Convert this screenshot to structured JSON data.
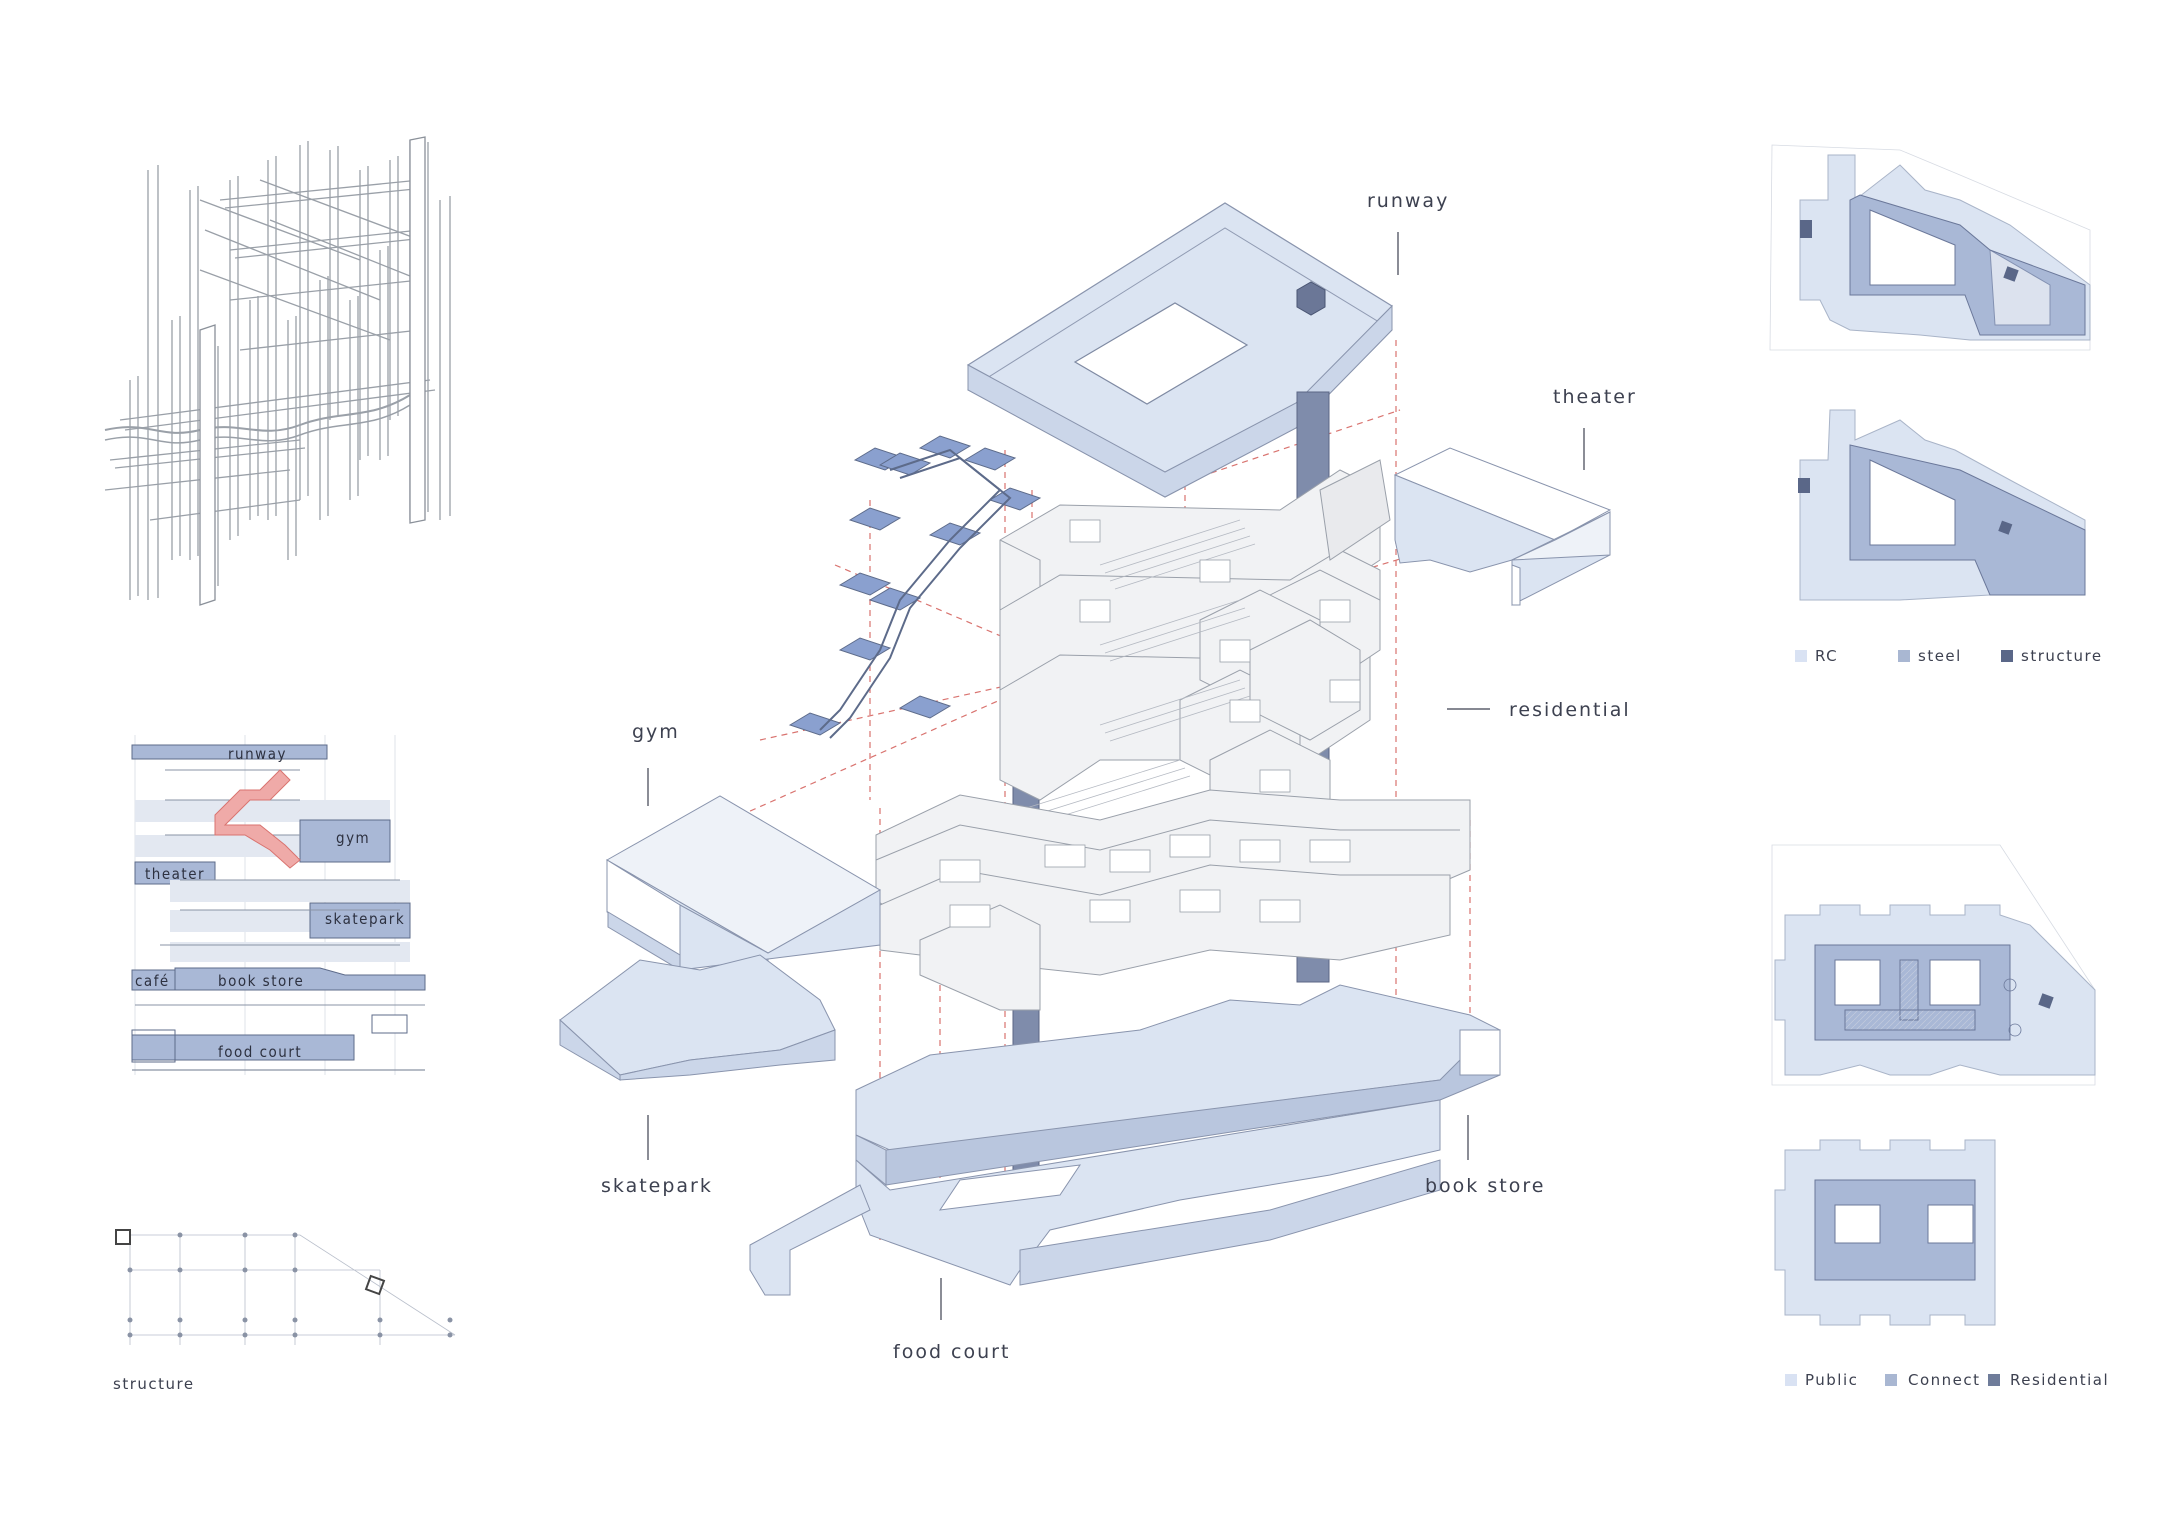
{
  "main_axonometric": {
    "labels": {
      "runway": "runway",
      "theater": "theater",
      "residential": "residential",
      "gym": "gym",
      "skatepark": "skatepark",
      "book_store": "book store",
      "food_court": "food court"
    }
  },
  "section": {
    "labels": {
      "runway": "runway",
      "gym": "gym",
      "theater": "theater",
      "skatepark": "skatepark",
      "cafe": "café",
      "book_store": "book store",
      "food_court": "food court"
    }
  },
  "structure_plan": {
    "caption": "structure"
  },
  "material_legend": {
    "items": [
      {
        "label": "RC",
        "color": "#d9e2f3"
      },
      {
        "label": "steel",
        "color": "#a9b7d2"
      },
      {
        "label": "structure",
        "color": "#5a6788"
      }
    ]
  },
  "program_legend": {
    "items": [
      {
        "label": "Public",
        "color": "#d9e2f3"
      },
      {
        "label": "Connect",
        "color": "#a9b7d2"
      },
      {
        "label": "Residential",
        "color": "#6f7c9a"
      }
    ]
  },
  "colors": {
    "pale_blue": "#dbe4f2",
    "mid_blue": "#a9b8d6",
    "slate": "#7f8cab",
    "dash_red": "#d9736f",
    "stair_blue": "#8aa0cf",
    "pink": "#efaaa8"
  }
}
